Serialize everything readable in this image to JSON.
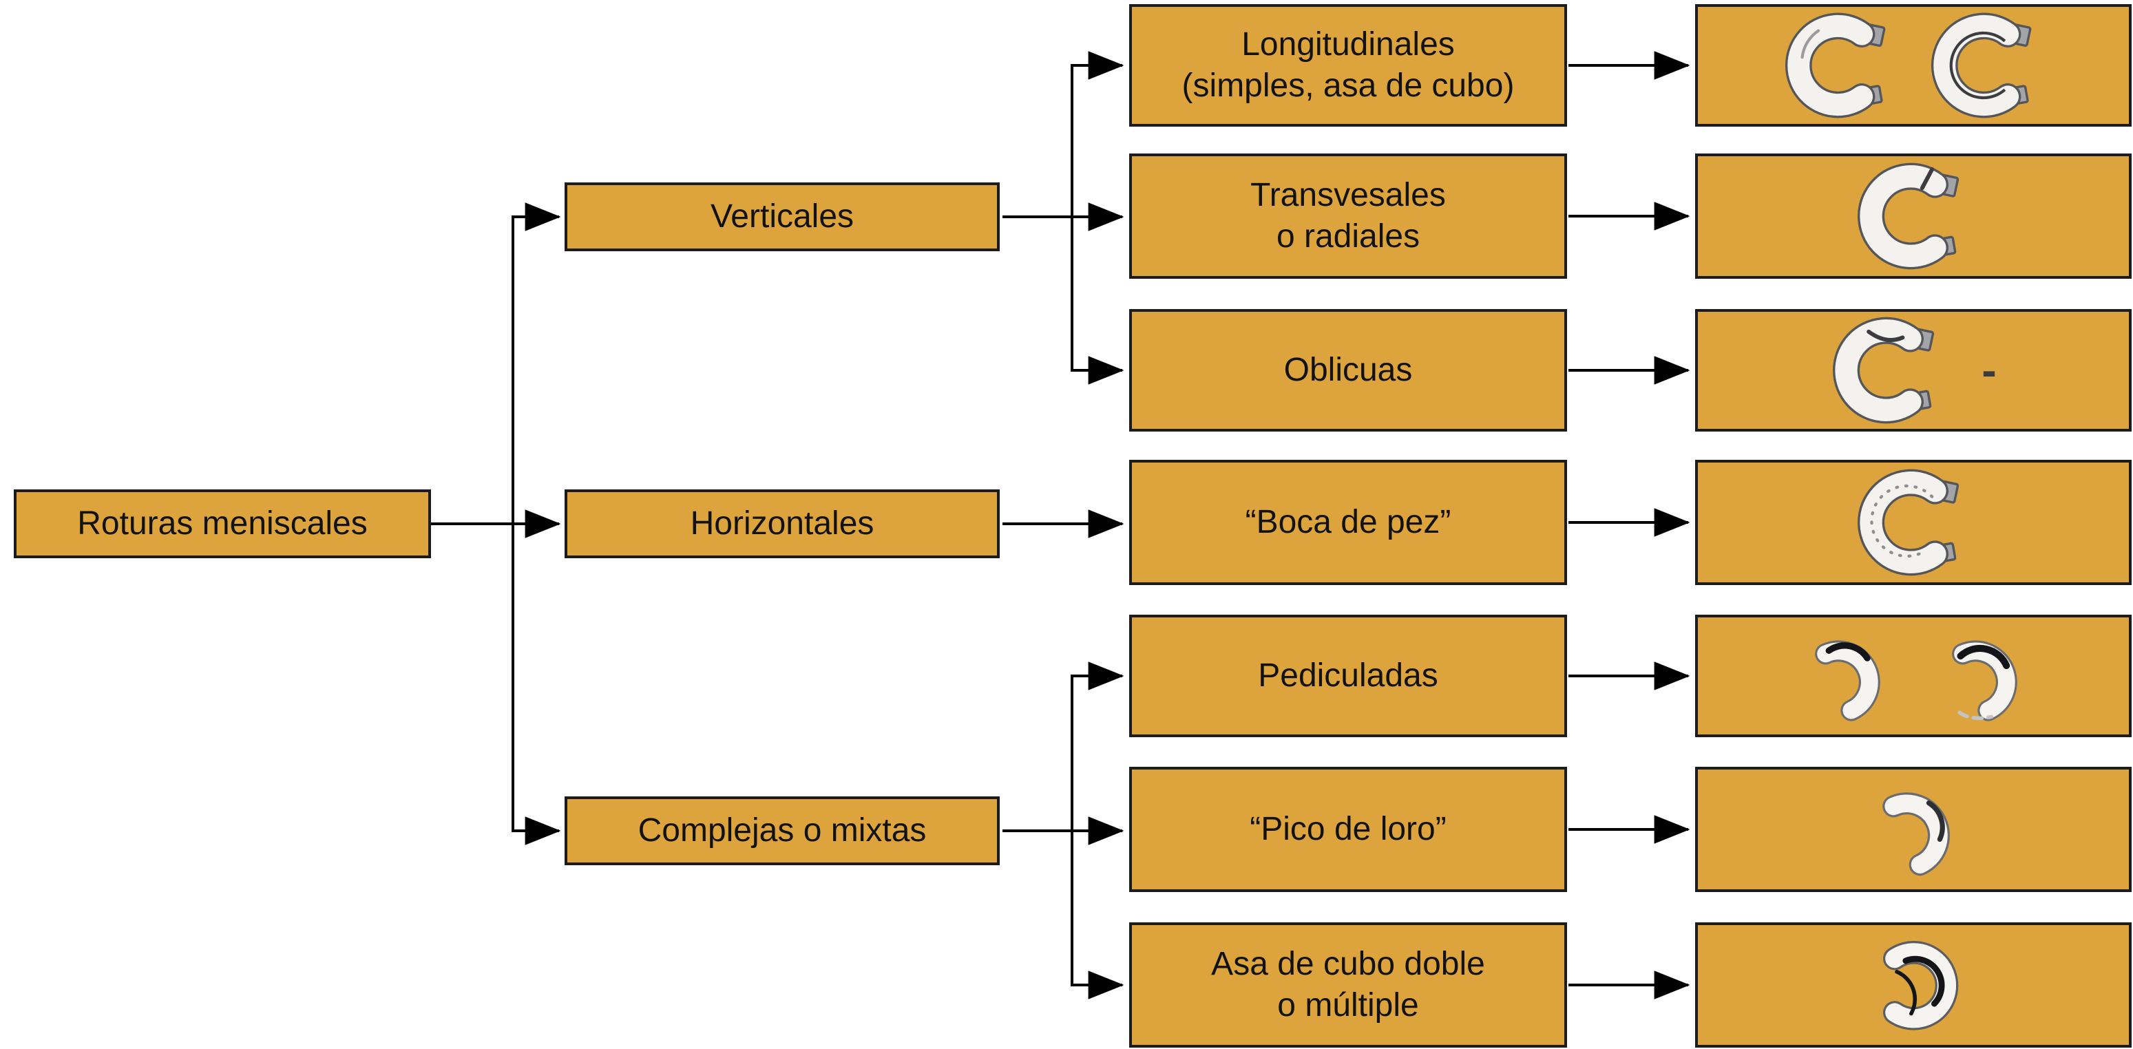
{
  "colors": {
    "box_fill": "#DDA43D",
    "box_border": "#1C1C1C",
    "arrow": "#000000",
    "background": "#FFFFFF"
  },
  "diagram": {
    "root": {
      "label": "Roturas meniscales"
    },
    "categories": [
      {
        "label": "Verticales"
      },
      {
        "label": "Horizontales"
      },
      {
        "label": "Complejas o mixtas"
      }
    ],
    "rows": [
      {
        "parent": "Verticales",
        "lines": [
          "Longitudinales",
          "(simples, asa de cubo)"
        ],
        "icons": [
          "meniscus-simple-icon",
          "meniscus-bucket-handle-icon"
        ]
      },
      {
        "parent": "Verticales",
        "lines": [
          "Transvesales",
          "o radiales"
        ],
        "icons": [
          "meniscus-radial-tear-icon"
        ]
      },
      {
        "parent": "Verticales",
        "lines": [
          "Oblicuas"
        ],
        "icons": [
          "meniscus-oblique-tear-icon"
        ],
        "annotation": "-"
      },
      {
        "parent": "Horizontales",
        "lines": [
          "“Boca de pez”"
        ],
        "icons": [
          "meniscus-fishmouth-icon"
        ]
      },
      {
        "parent": "Complejas o mixtas",
        "lines": [
          "Pediculadas"
        ],
        "icons": [
          "meniscus-pedicled-flap-icon-1",
          "meniscus-pedicled-flap-icon-2"
        ]
      },
      {
        "parent": "Complejas o mixtas",
        "lines": [
          "“Pico de loro”"
        ],
        "icons": [
          "meniscus-parrot-beak-icon"
        ]
      },
      {
        "parent": "Complejas o mixtas",
        "lines": [
          "Asa de cubo doble",
          "o múltiple"
        ],
        "icons": [
          "meniscus-double-bucket-handle-icon"
        ]
      }
    ]
  }
}
